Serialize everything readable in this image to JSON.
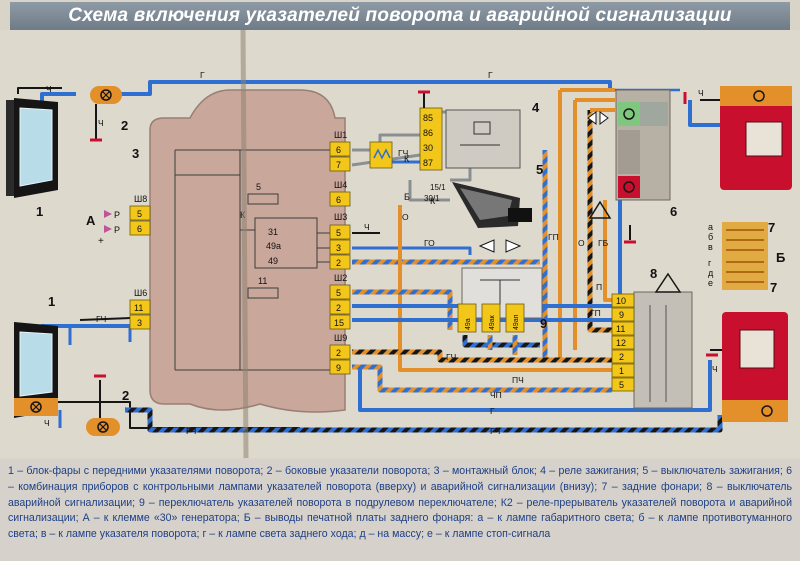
{
  "title": "Схема включения указателей поворота и аварийной сигнализации",
  "components": {
    "c1_top": "1",
    "c1_bottom": "1",
    "c2_top": "2",
    "c2_bottom": "2",
    "c3": "3",
    "c4": "4",
    "c5": "5",
    "c6": "6",
    "c7_top": "7",
    "c7_bottom": "7",
    "c8": "8",
    "c9": "9"
  },
  "connectors": {
    "sh1": {
      "label": "Ш1",
      "pins": [
        "6",
        "7"
      ]
    },
    "sh4": {
      "label": "Ш4",
      "pins": [
        "6"
      ]
    },
    "sh3": {
      "label": "Ш3",
      "pins": [
        "5",
        "3",
        "2"
      ]
    },
    "sh2": {
      "label": "Ш2",
      "pins": [
        "5",
        "2",
        "15"
      ]
    },
    "sh9": {
      "label": "Ш9",
      "pins": [
        "2",
        "9"
      ]
    },
    "sh8": {
      "label": "Ш8",
      "pins": [
        "5",
        "6"
      ]
    },
    "sh6": {
      "label": "Ш6",
      "pins": [
        "11",
        "3"
      ]
    }
  },
  "inner_labels": {
    "k5": "5",
    "k31": "31",
    "k49a": "49а",
    "k49": "49",
    "k11": "11",
    "k_inner": "К"
  },
  "relay_pins": [
    "85",
    "86",
    "30",
    "87"
  ],
  "ignition_pins": {
    "p15": "15/1",
    "p30": "30/1"
  },
  "hazard_pins": [
    "10",
    "9",
    "11",
    "12",
    "2",
    "1",
    "5"
  ],
  "switch9_pins": [
    "49а",
    "49ак",
    "49ап"
  ],
  "letters": {
    "A": "А",
    "B": "Б",
    "P1": "Р",
    "P2": "Р",
    "plus": "+",
    "K1": "К",
    "K2": "К",
    "B2": "Б",
    "ch": "Ч"
  },
  "lamp_letters": [
    "а",
    "б",
    "в",
    "г",
    "д",
    "е"
  ],
  "wires": {
    "g": "Г",
    "gch": "ГЧ",
    "o": "О",
    "go": "ГО",
    "pch": "ПЧ",
    "chp": "ЧП",
    "gp": "ГП",
    "gb": "ГБ",
    "p": "П"
  },
  "caption": "1 – блок-фары с передними указателями поворота; 2 – боковые указатели поворота; 3 – монтажный блок; 4 – реле зажигания; 5 – выключатель зажигания; 6 – комбинация приборов с контрольными лампами указателей поворота (вверху) и аварийной сигнализации (внизу); 7 – задние фонари; 8 – выключатель аварийной сигнализации; 9 – переключатель указателей поворота в подрулевом переключателе; К2 – реле-прерыватель указателей поворота и аварийной сигнализации; А – к клемме «30» генератора; Б – выводы печатной платы заднего фонаря: а – к лампе габаритного света; б – к лампе противотуманного света; в – к лампе указателя поворота; г – к лампе света заднего хода; д – на массу; е – к лампе стоп-сигнала",
  "colors": {
    "blue": "#2f6fd1",
    "orange": "#e3902a",
    "red": "#c8102e",
    "black": "#161616",
    "yellow": "#f3c61a",
    "block": "#c9a79b",
    "title_bg": "#7b8792"
  }
}
